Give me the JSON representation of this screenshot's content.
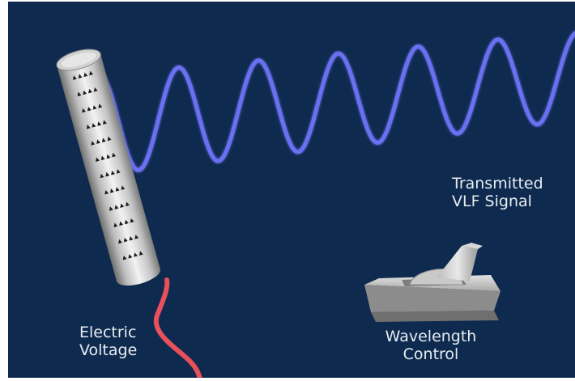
{
  "labels": {
    "signal": "Transmitted\nVLF Signal",
    "voltage": "Electric\nVoltage",
    "control": "Wavelength\nControl"
  },
  "colors": {
    "background": "#0e2a4e",
    "wave": "#6b6ff0",
    "wire": "#e8505a",
    "rod": "#d9d9d9",
    "switch": "#b9b9b9"
  },
  "icons": {
    "antenna": "antenna-rod",
    "switch": "toggle-switch",
    "wave": "sine-wave",
    "wire": "power-wire"
  }
}
